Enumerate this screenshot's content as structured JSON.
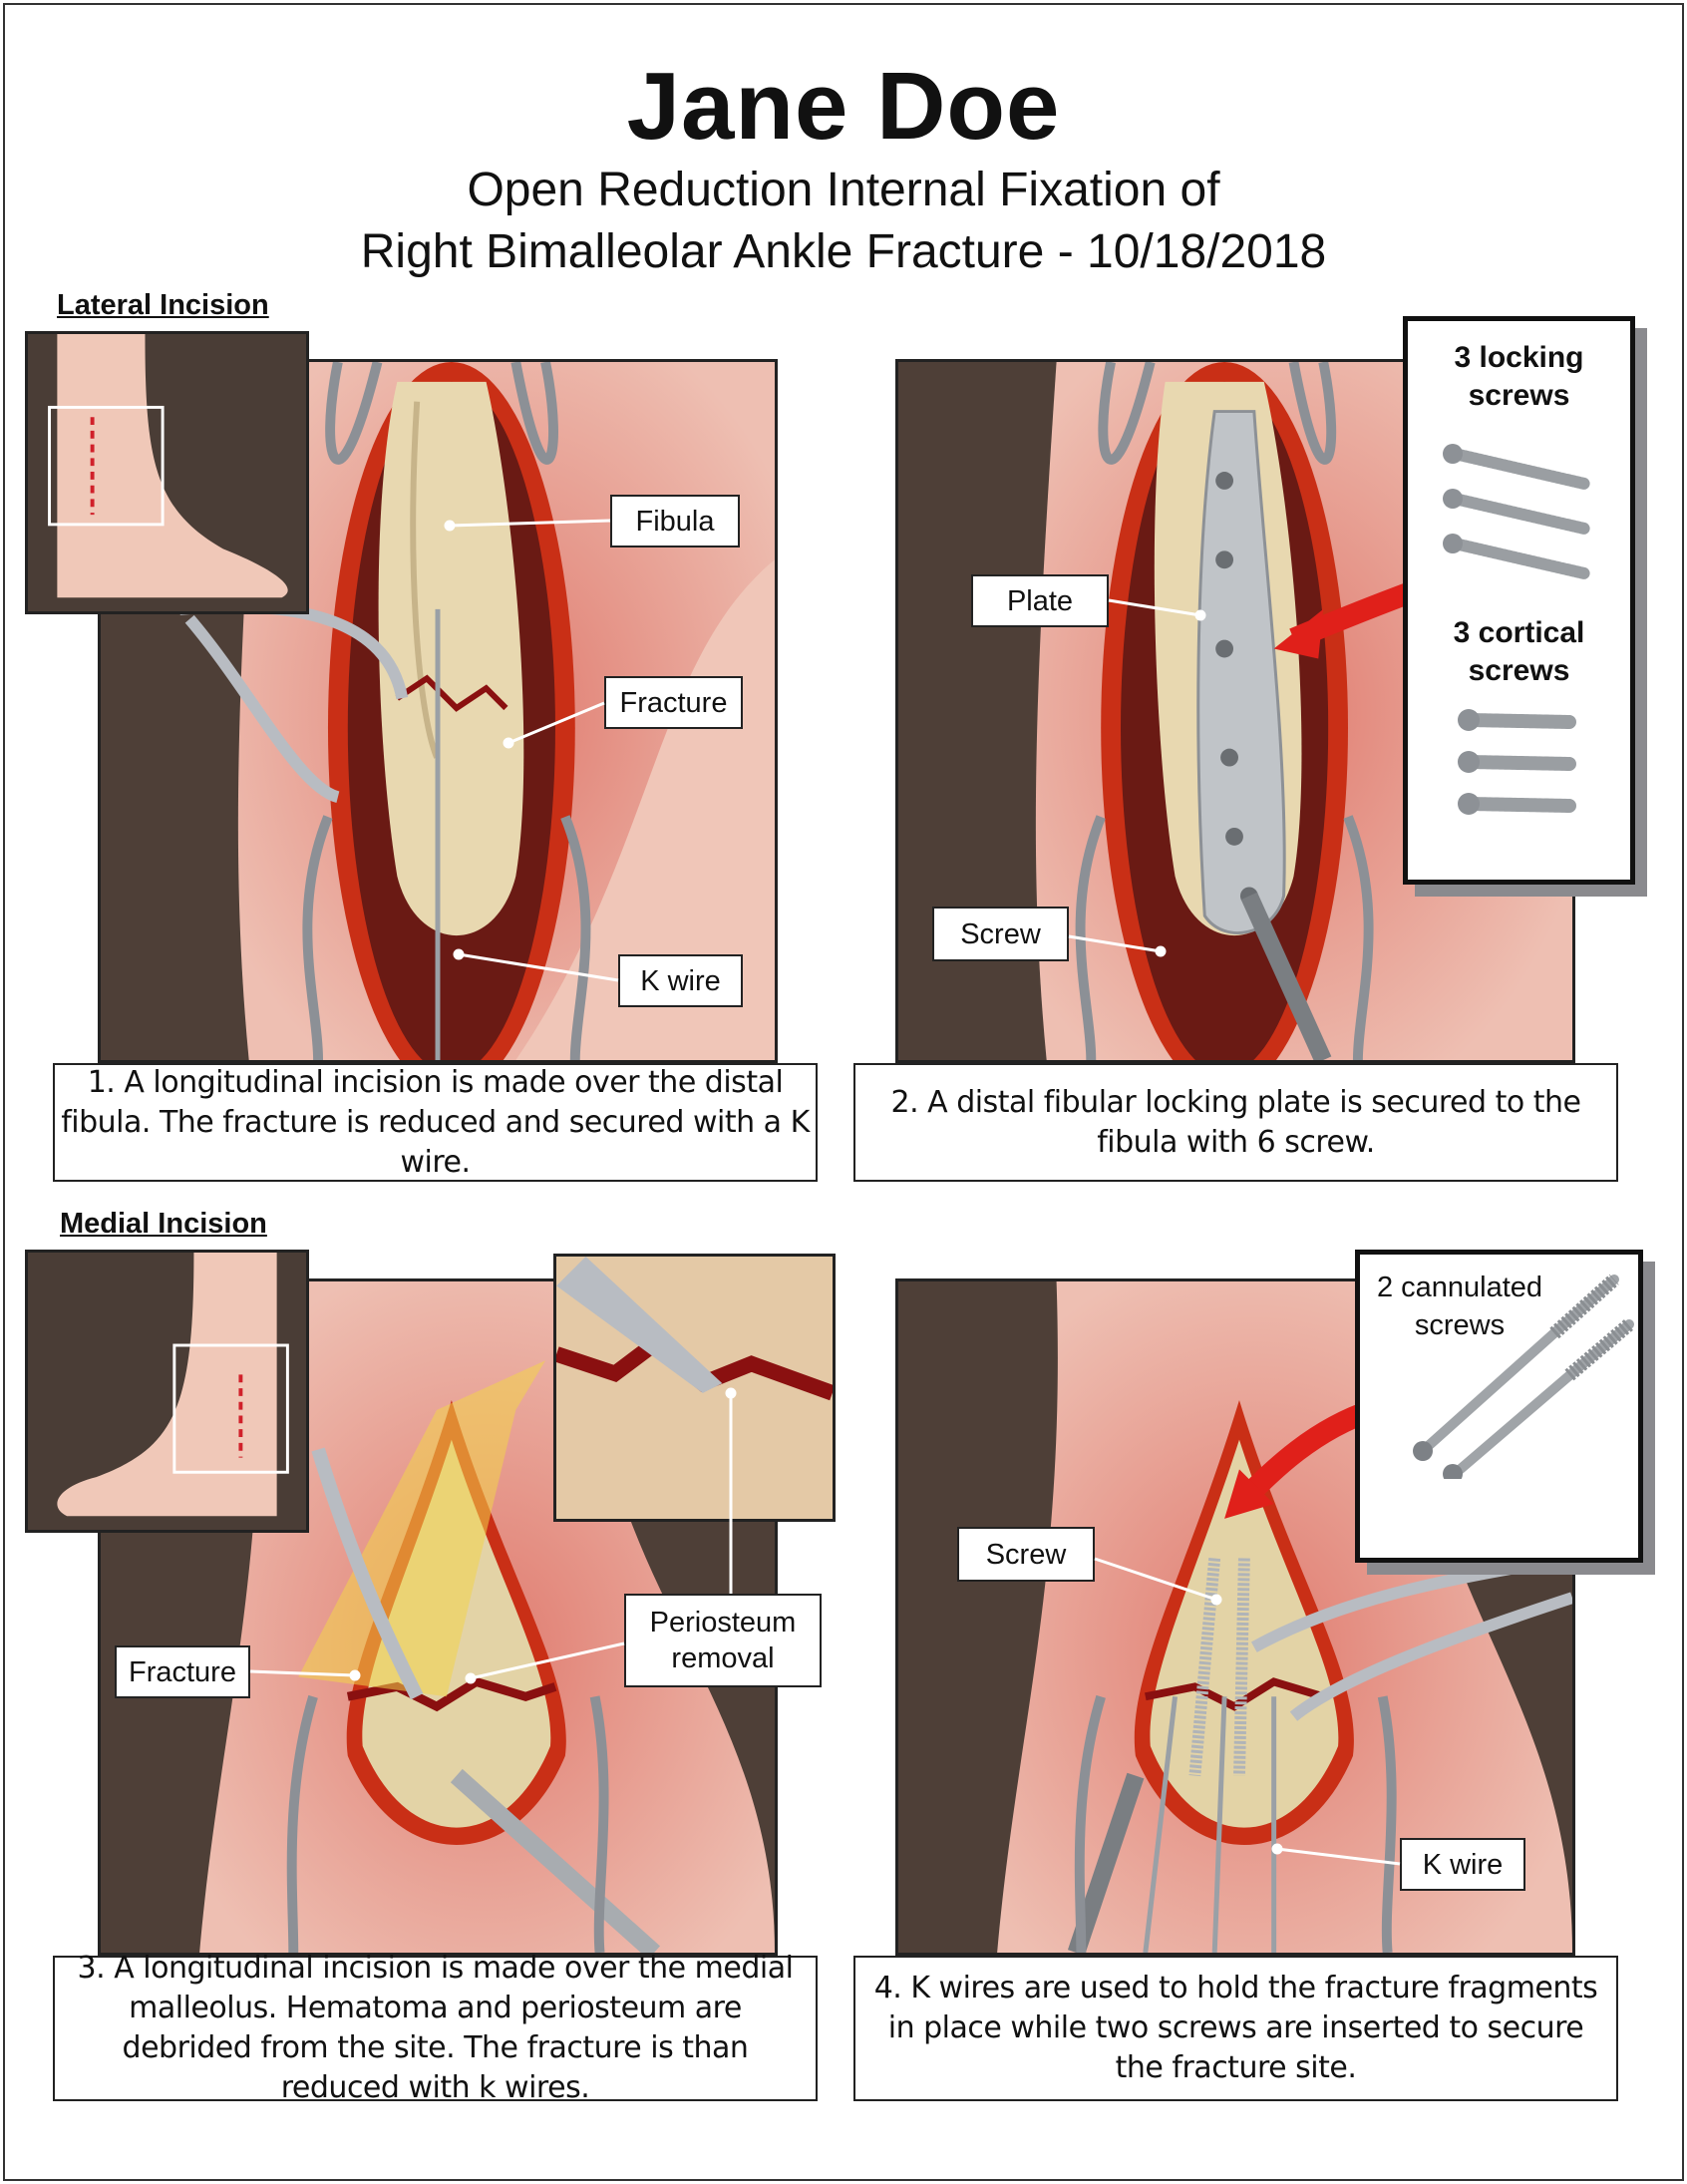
{
  "header": {
    "patient": "Jane Doe",
    "procedure_line1": "Open Reduction Internal Fixation of",
    "procedure_line2": "Right Bimalleolar Ankle Fracture - 10/18/2018"
  },
  "sections": {
    "lateral": "Lateral Incision",
    "medial": "Medial Incision"
  },
  "panels": [
    {
      "labels": [
        "Fibula",
        "Fracture",
        "K wire"
      ],
      "caption": "1. A longitudinal incision is made over the distal fibula. The fracture is reduced and secured with a K wire."
    },
    {
      "labels": [
        "Plate",
        "Screw"
      ],
      "caption": "2.  A distal fibular locking plate is secured to the fibula with 6 screw.",
      "box": {
        "title1": "3 locking screws",
        "title2": "3 cortical screws"
      }
    },
    {
      "labels": [
        "Fracture",
        "Periosteum removal"
      ],
      "caption": "3.  A longitudinal incision is made over the medial malleolus. Hematoma and periosteum are debrided from the site.  The fracture is than reduced with k wires."
    },
    {
      "labels": [
        "Screw",
        "K wire"
      ],
      "caption": "4.  K wires are used to hold the fracture fragments in place while two screws are inserted to secure the fracture site.",
      "box": {
        "title": "2 cannulated screws"
      }
    }
  ],
  "colors": {
    "background": "#4e3f37",
    "skin": "#e8b2a4",
    "incision": "#d23a1e",
    "bone": "#e6d6ae",
    "arrow": "#e0201a",
    "marker": "#d0202a"
  }
}
